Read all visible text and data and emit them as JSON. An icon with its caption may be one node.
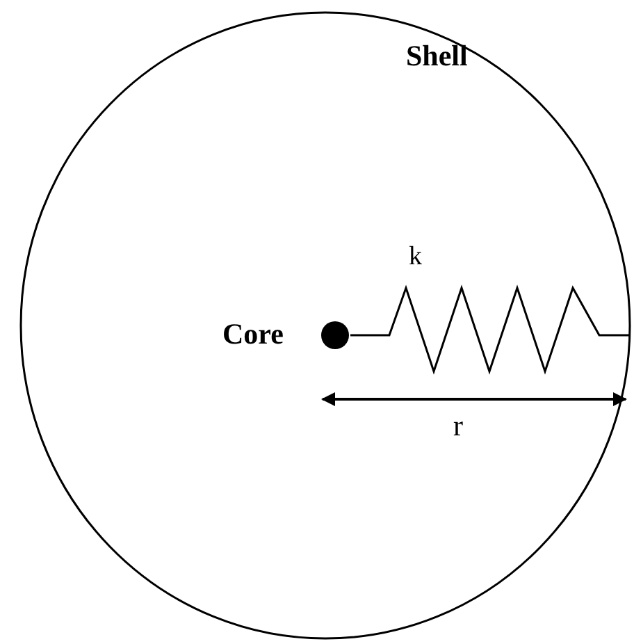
{
  "diagram": {
    "nodes": [
      {
        "text": [
          "Shell"
        ]
      },
      {
        "text": [
          "Core"
        ],
        "in": 0
      }
    ],
    "edges": [
      {
        "from": 1,
        "to": 0,
        "arrow": "none",
        "label": "k"
      }
    ],
    "labels": [
      "r"
    ]
  }
}
